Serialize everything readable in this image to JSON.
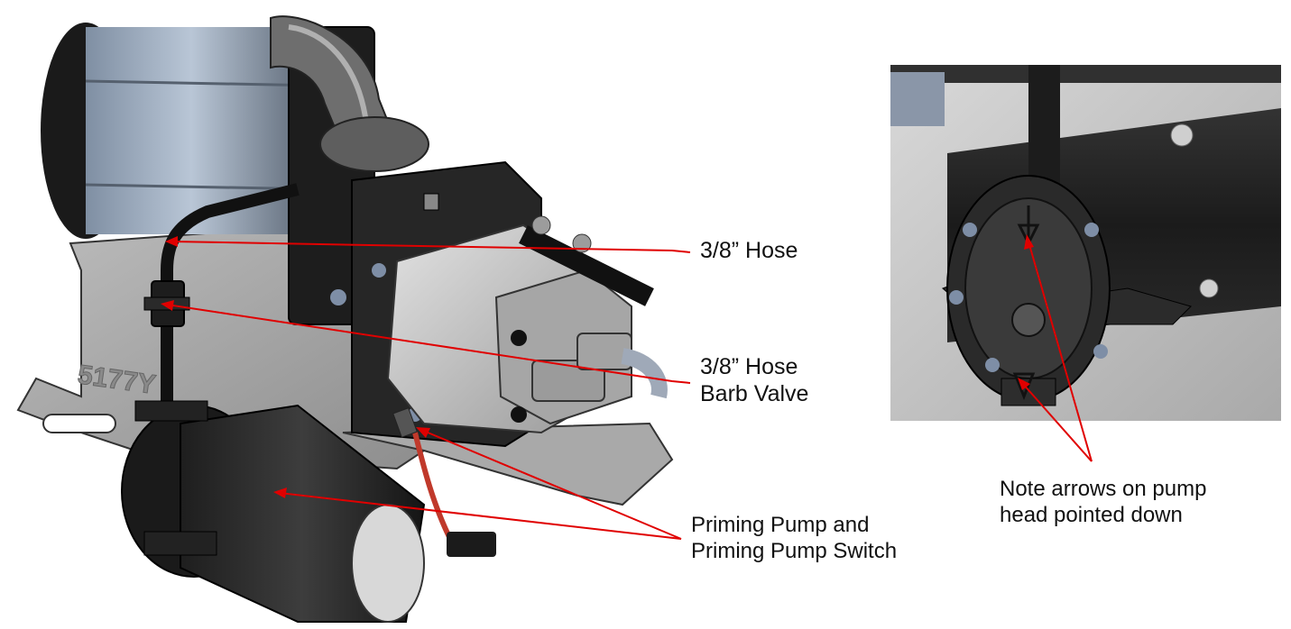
{
  "labels": {
    "hose": "3/8” Hose",
    "valve_line1": "3/8” Hose",
    "valve_line2": "Barb Valve",
    "pump_line1": "Priming Pump and",
    "pump_line2": "Priming Pump Switch",
    "note_line1": "Note arrows on pump",
    "note_line2": "head pointed down"
  },
  "colors": {
    "leader": "#e00000",
    "text": "#111111"
  }
}
